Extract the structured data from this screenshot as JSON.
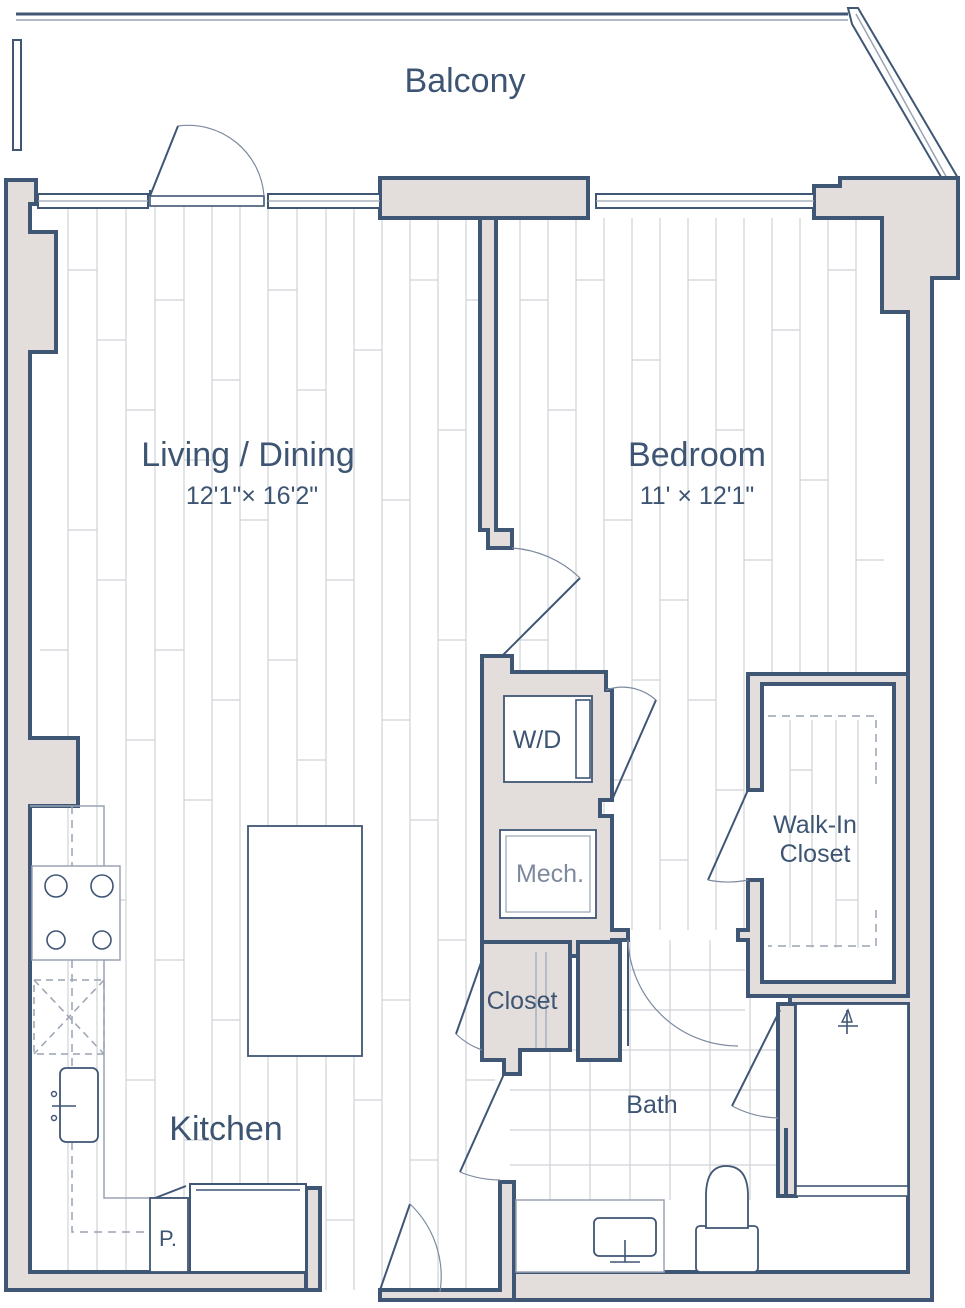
{
  "title": "Floor plan",
  "rooms": {
    "balcony": {
      "name": "Balcony"
    },
    "living": {
      "name": "Living / Dining",
      "dim": "12'1\"× 16'2\""
    },
    "bedroom": {
      "name": "Bedroom",
      "dim": "11' × 12'1\""
    },
    "wd": {
      "name": "W/D"
    },
    "mech": {
      "name": "Mech."
    },
    "closet": {
      "name": "Closet"
    },
    "walkin": {
      "line1": "Walk-In",
      "line2": "Closet"
    },
    "bath": {
      "name": "Bath"
    },
    "kitchen": {
      "name": "Kitchen"
    },
    "pantry": {
      "name": "P."
    }
  },
  "colors": {
    "wall_outline": "#3f5675",
    "wall_fill": "#e3dedb",
    "label": "#3d5573",
    "floor_lines": "#cfd2d6"
  }
}
